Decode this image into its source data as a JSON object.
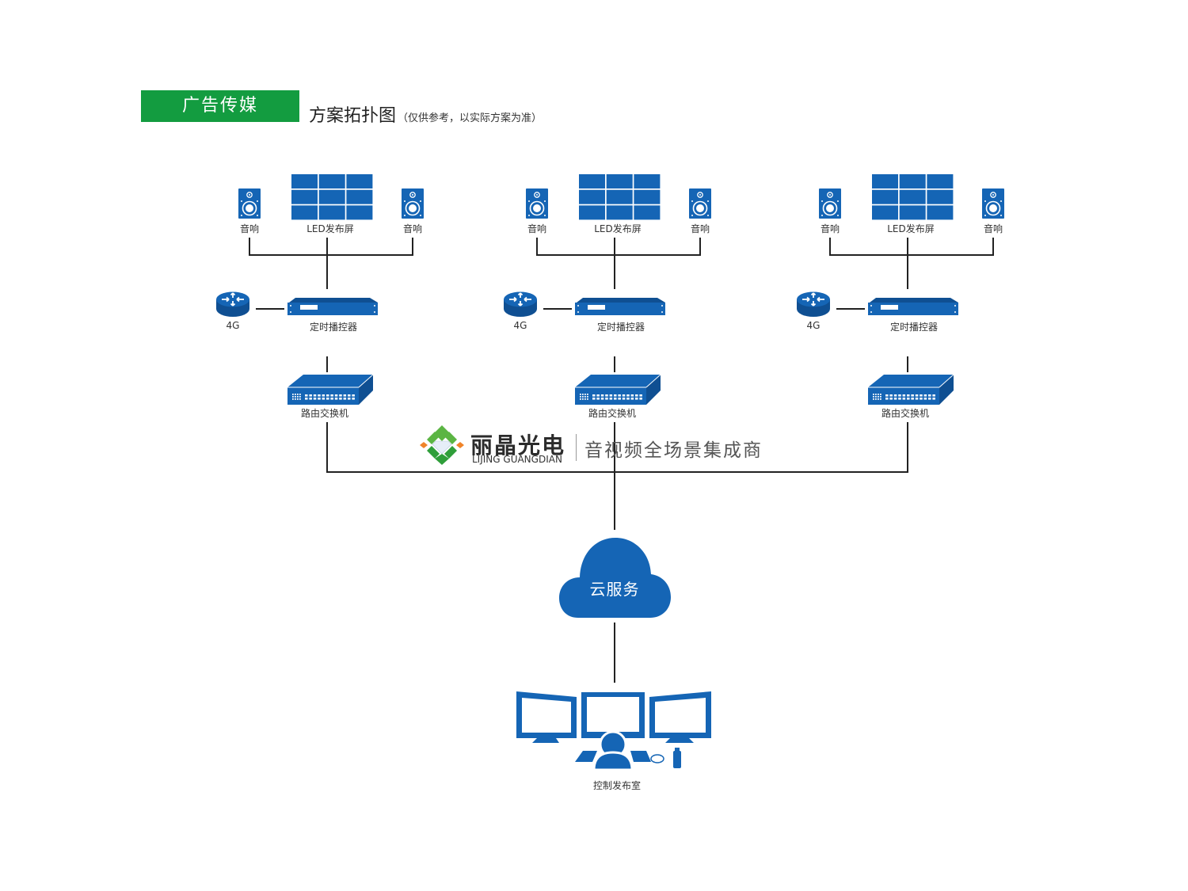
{
  "header": {
    "badge": "广告传媒",
    "title": "方案拓扑图",
    "subtitle": "（仅供参考，以实际方案为准）"
  },
  "colors": {
    "badge_green": "#139c40",
    "icon_blue": "#1565b5",
    "line": "#222222"
  },
  "sites": [
    {
      "speaker_left": "音响",
      "screen": "LED发布屏",
      "speaker_right": "音响",
      "modem": "4G",
      "controller": "定时播控器",
      "switch": "路由交换机"
    },
    {
      "speaker_left": "音响",
      "screen": "LED发布屏",
      "speaker_right": "音响",
      "modem": "4G",
      "controller": "定时播控器",
      "switch": "路由交换机"
    },
    {
      "speaker_left": "音响",
      "screen": "LED发布屏",
      "speaker_right": "音响",
      "modem": "4G",
      "controller": "定时播控器",
      "switch": "路由交换机"
    }
  ],
  "cloud": {
    "label": "云服务"
  },
  "control_room": {
    "label": "控制发布室"
  },
  "brand": {
    "name_cn": "丽晶光电",
    "name_en": "LIJING GUANGDIAN",
    "slogan": "音视频全场景集成商"
  }
}
